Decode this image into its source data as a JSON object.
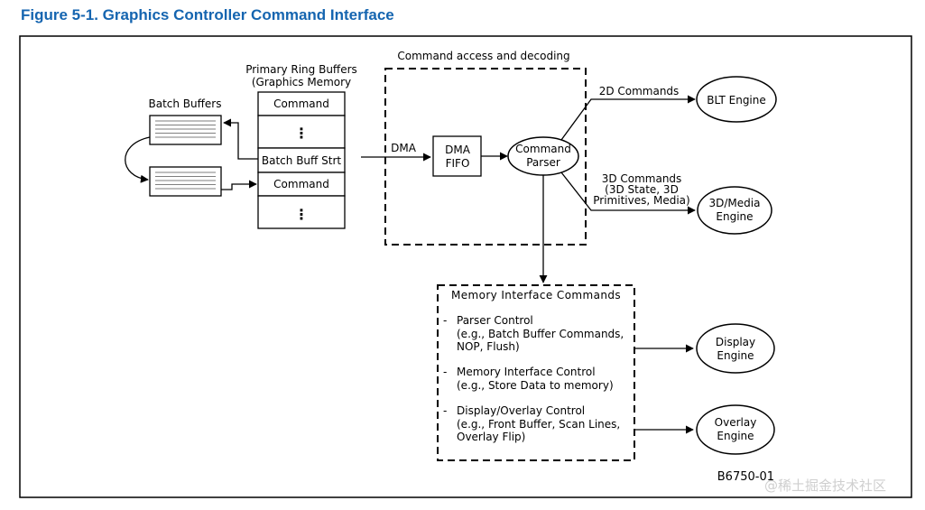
{
  "figure": {
    "title": "Figure 5-1. Graphics Controller Command Interface",
    "figure_id": "B6750-01"
  },
  "ring": {
    "heading1": "Primary Ring Buffers",
    "heading2": "(Graphics Memory",
    "cells": [
      "Command",
      "⋮",
      "Batch Buff Strt",
      "Command",
      "⋮"
    ]
  },
  "batch": {
    "heading": "Batch Buffers"
  },
  "decode": {
    "heading": "Command access and decoding",
    "dma_label": "DMA",
    "fifo_line1": "DMA",
    "fifo_line2": "FIFO",
    "parser_line1": "Command",
    "parser_line2": "Parser"
  },
  "commands": {
    "c2d": "2D Commands",
    "c3d_line1": "3D Commands",
    "c3d_line2": "(3D State, 3D",
    "c3d_line3": "Primitives, Media)"
  },
  "engines": {
    "blt": "BLT Engine",
    "media_line1": "3D/Media",
    "media_line2": "Engine",
    "display_line1": "Display",
    "display_line2": "Engine",
    "overlay_line1": "Overlay",
    "overlay_line2": "Engine"
  },
  "memory": {
    "heading": "Memory Interface Commands",
    "items": [
      {
        "dash": "-",
        "title": "Parser Control",
        "detail": [
          "(e.g., Batch Buffer Commands,",
          "NOP, Flush)"
        ]
      },
      {
        "dash": "-",
        "title": "Memory Interface Control",
        "detail": [
          "(e.g., Store Data to memory)"
        ]
      },
      {
        "dash": "-",
        "title": "Display/Overlay Control",
        "detail": [
          "(e.g., Front Buffer, Scan Lines,",
          "Overlay Flip)"
        ]
      }
    ]
  },
  "watermark": "@稀土掘金技术社区"
}
